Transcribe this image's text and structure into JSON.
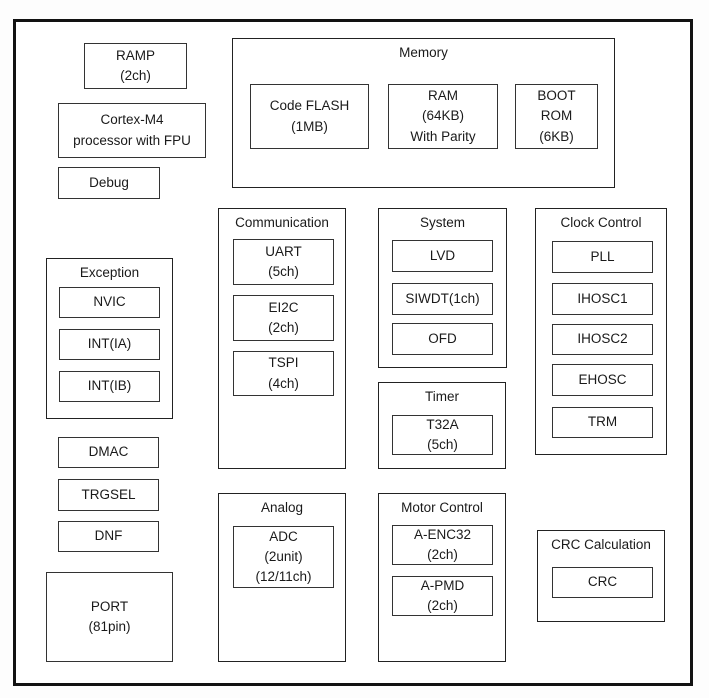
{
  "diagram": {
    "kind": "mcu-block-diagram",
    "colors": {
      "background": "#fdfdfd",
      "box_fill": "#ffffff",
      "outer_border": "#121212",
      "inner_border": "#333333",
      "text": "#1a1a1a"
    }
  },
  "blocks": {
    "ramp": {
      "l1": "RAMP",
      "l2": "(2ch)"
    },
    "cortex": {
      "l1": "Cortex-M4",
      "l2": "processor with FPU"
    },
    "debug": {
      "l1": "Debug"
    },
    "dmac": {
      "l1": "DMAC"
    },
    "trgsel": {
      "l1": "TRGSEL"
    },
    "dnf": {
      "l1": "DNF"
    },
    "port": {
      "l1": "PORT",
      "l2": "(81pin)"
    }
  },
  "groups": {
    "exception": {
      "title": "Exception",
      "nvic": {
        "l1": "NVIC"
      },
      "int_ia": {
        "l1": "INT(IA)"
      },
      "int_ib": {
        "l1": "INT(IB)"
      }
    },
    "memory": {
      "title": "Memory",
      "code_flash": {
        "l1": "Code FLASH",
        "l2": "(1MB)"
      },
      "ram": {
        "l1": "RAM",
        "l2": "(64KB)",
        "l3": "With Parity"
      },
      "boot_rom": {
        "l1": "BOOT",
        "l2": "ROM",
        "l3": "(6KB)"
      }
    },
    "communication": {
      "title": "Communication",
      "uart": {
        "l1": "UART",
        "l2": "(5ch)"
      },
      "ei2c": {
        "l1": "EI2C",
        "l2": "(2ch)"
      },
      "tspi": {
        "l1": "TSPI",
        "l2": "(4ch)"
      }
    },
    "system": {
      "title": "System",
      "lvd": {
        "l1": "LVD"
      },
      "siwdt": {
        "l1": "SIWDT(1ch)"
      },
      "ofd": {
        "l1": "OFD"
      }
    },
    "clock_control": {
      "title": "Clock Control",
      "pll": {
        "l1": "PLL"
      },
      "ihosc1": {
        "l1": "IHOSC1"
      },
      "ihosc2": {
        "l1": "IHOSC2"
      },
      "ehosc": {
        "l1": "EHOSC"
      },
      "trm": {
        "l1": "TRM"
      }
    },
    "timer": {
      "title": "Timer",
      "t32a": {
        "l1": "T32A",
        "l2": "(5ch)"
      }
    },
    "analog": {
      "title": "Analog",
      "adc": {
        "l1": "ADC",
        "l2": "(2unit)",
        "l3": "(12/11ch)"
      }
    },
    "motor_control": {
      "title": "Motor Control",
      "a_enc32": {
        "l1": "A-ENC32",
        "l2": "(2ch)"
      },
      "a_pmd": {
        "l1": "A-PMD",
        "l2": "(2ch)"
      }
    },
    "crc_calculation": {
      "title": "CRC Calculation",
      "crc": {
        "l1": "CRC"
      }
    }
  }
}
